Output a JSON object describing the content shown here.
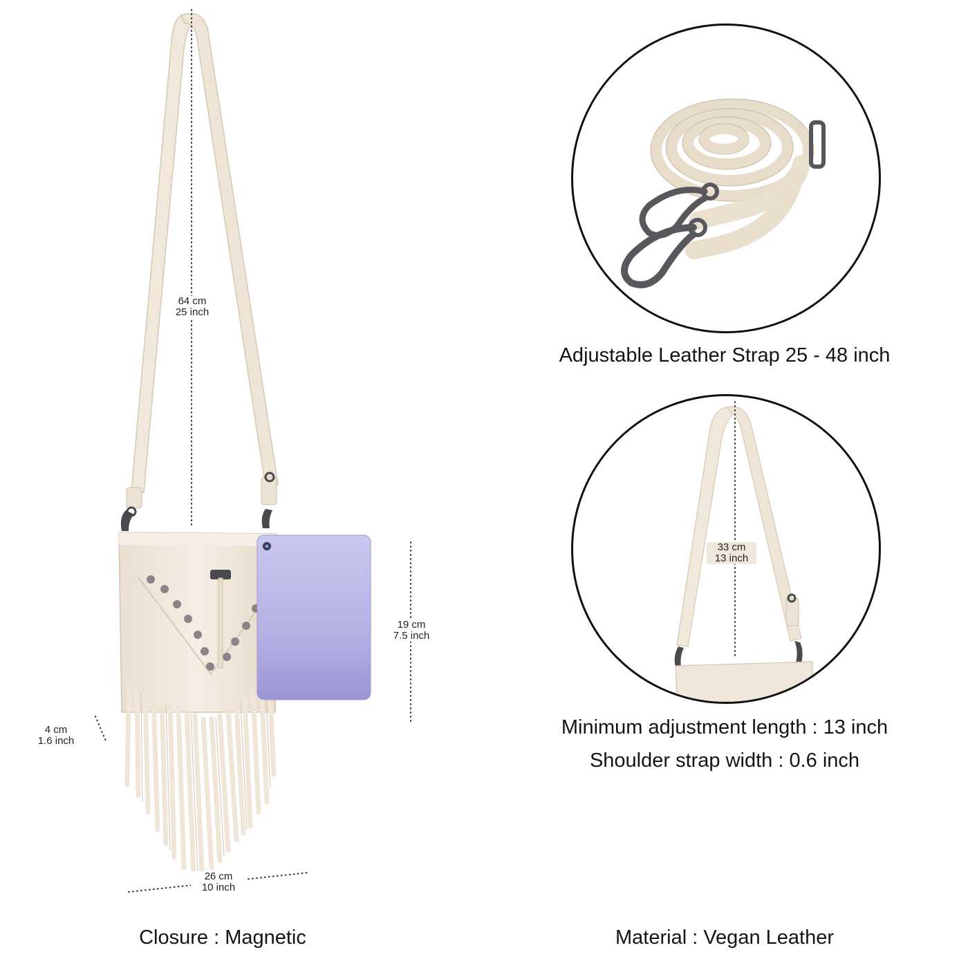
{
  "left_panel": {
    "strap_dim": {
      "cm": "64 cm",
      "inch": "25 inch"
    },
    "height_dim": {
      "cm": "19 cm",
      "inch": "7.5 inch"
    },
    "depth_dim": {
      "cm": "4 cm",
      "inch": "1.6 inch"
    },
    "width_dim": {
      "cm": "26 cm",
      "inch": "10 inch"
    },
    "closure_caption": "Closure : Magnetic"
  },
  "right_panel": {
    "strap_caption": "Adjustable Leather Strap 25 - 48 inch",
    "short_strap_dim": {
      "cm": "33 cm",
      "inch": "13 inch"
    },
    "min_length_caption": "Minimum adjustment length : 13 inch",
    "strap_width_caption": "Shoulder strap width : 0.6 inch",
    "material_caption": "Material : Vegan Leather"
  },
  "colors": {
    "leather": "#f1e8dc",
    "leather_shadow": "#d9ccb9",
    "hardware": "#4a4a4e",
    "tablet": "#b9b6e6",
    "outline": "#111111"
  }
}
